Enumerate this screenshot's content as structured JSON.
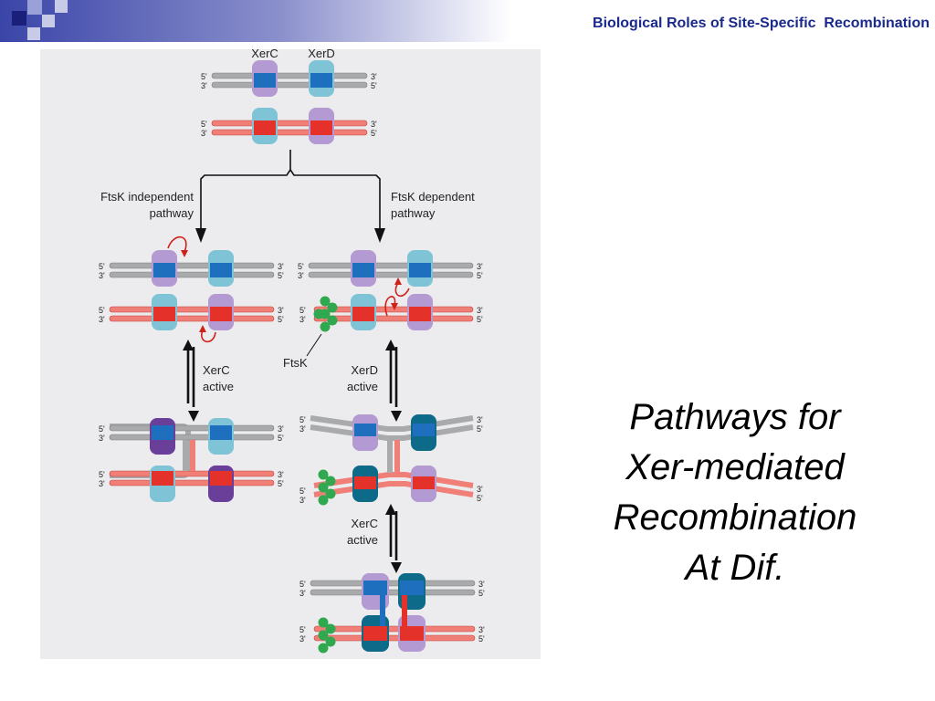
{
  "header": {
    "title": "Biological Roles of Site-Specific  Recombination",
    "title_color": "#1a2a8c"
  },
  "figure": {
    "labels": {
      "xerc": "XerC",
      "xerd": "XerD",
      "ftsk_independent_line1": "FtsK independent",
      "ftsk_independent_line2": "pathway",
      "ftsk_dependent_line1": "FtsK dependent",
      "ftsk_dependent_line2": "pathway",
      "xerc_active_1_line1": "XerC",
      "xerc_active_1_line2": "active",
      "xerd_active_line1": "XerD",
      "xerd_active_line2": "active",
      "xerc_active_2_line1": "XerC",
      "xerc_active_2_line2": "active",
      "ftsk": "FtsK"
    },
    "strand_ends": {
      "five": "5'",
      "three": "3'"
    },
    "colors": {
      "gray_dna": "#a9aaac",
      "red_dna": "#f07f78",
      "site_blue": "#1f6fbf",
      "site_red": "#e4322b",
      "xerc_protein": "#b49ad2",
      "xerd_protein": "#7fc3d6",
      "active_xerc": "#6a3f9a",
      "active_xerd": "#0d6a88",
      "ftsk_green": "#2fa84f"
    }
  },
  "caption": {
    "lines": [
      "Pathways for",
      "Xer-mediated",
      "Recombination",
      "At Dif."
    ]
  }
}
